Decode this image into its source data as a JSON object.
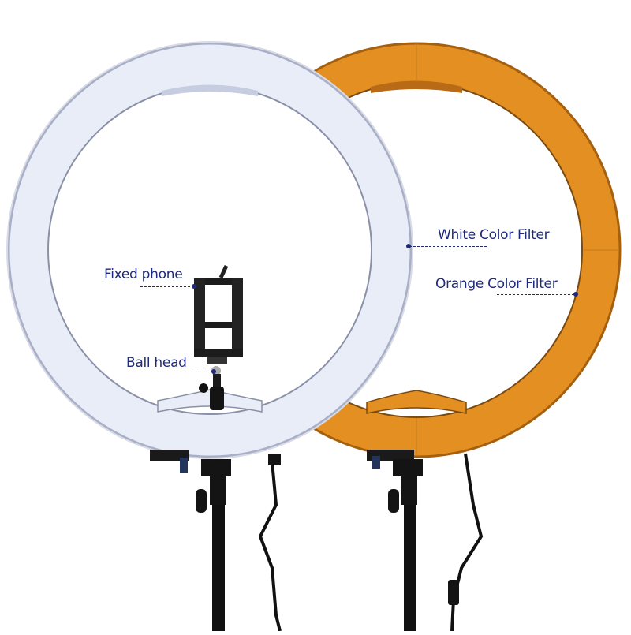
{
  "image": {
    "description": "Two LED ring lights on stands, left with white color filter, right with orange color filter",
    "colors": {
      "white_ring": "#e8ecf8",
      "white_ring_edge": "#b9bfd4",
      "orange_ring": "#f0a030",
      "orange_ring_dark": "#c8761a",
      "stand": "#141414",
      "label_text": "#1f2a7a"
    }
  },
  "annotations": {
    "fixed_phone": "Fixed phone",
    "ball_head": "Ball head",
    "white_filter": "White  Color Filter",
    "orange_filter": "Orange  Color Filter"
  }
}
